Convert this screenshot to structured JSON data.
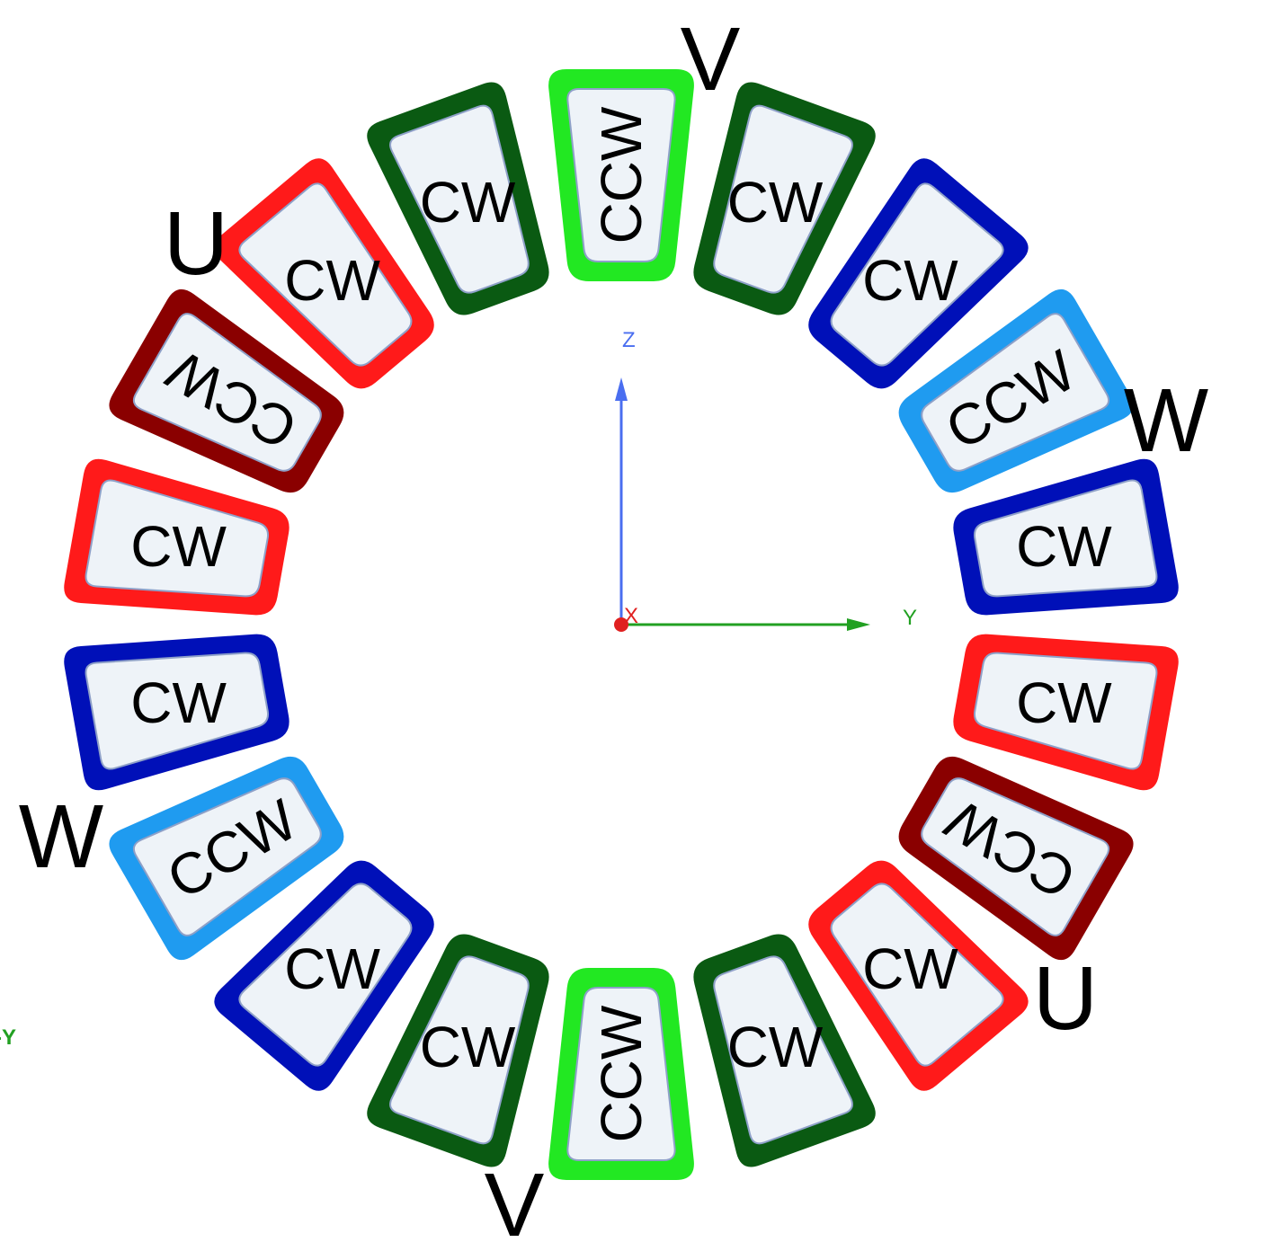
{
  "colors": {
    "red": "#ff1a1a",
    "dark_red": "#8a0000",
    "green": "#0a5a12",
    "light_green": "#22e822",
    "blue": "#0010b8",
    "light_blue": "#1f9bf0",
    "coil_fill": "#eef3f8"
  },
  "coils": [
    {
      "label": "CCW",
      "color": "light_green"
    },
    {
      "label": "CW",
      "color": "green"
    },
    {
      "label": "CW",
      "color": "blue"
    },
    {
      "label": "CCW",
      "color": "light_blue"
    },
    {
      "label": "CW",
      "color": "blue"
    },
    {
      "label": "CW",
      "color": "red"
    },
    {
      "label": "CCW",
      "color": "dark_red"
    },
    {
      "label": "CW",
      "color": "red"
    },
    {
      "label": "CW",
      "color": "green"
    },
    {
      "label": "CCW",
      "color": "light_green"
    },
    {
      "label": "CW",
      "color": "green"
    },
    {
      "label": "CW",
      "color": "blue"
    },
    {
      "label": "CCW",
      "color": "light_blue"
    },
    {
      "label": "CW",
      "color": "blue"
    },
    {
      "label": "CW",
      "color": "red"
    },
    {
      "label": "CCW",
      "color": "dark_red"
    },
    {
      "label": "CW",
      "color": "red"
    },
    {
      "label": "CW",
      "color": "green"
    }
  ],
  "phase_labels": {
    "v_top": "V",
    "w_right": "W",
    "u_bottom_right": "U",
    "v_bottom": "V",
    "w_left": "W",
    "u_top_left": "U"
  },
  "axes": {
    "z_label": "Z",
    "x_label": "X",
    "y_label": "Y",
    "neg_y_label": "-Y",
    "z_color": "#4a6ef0",
    "y_color": "#22a022",
    "x_color": "#e02020"
  }
}
